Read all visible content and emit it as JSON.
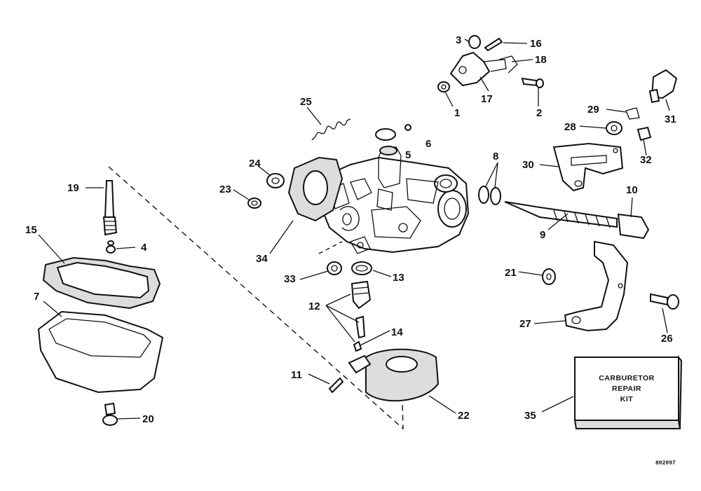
{
  "diagram": {
    "callouts": [
      {
        "id": "c1",
        "text": "1"
      },
      {
        "id": "c2",
        "text": "2"
      },
      {
        "id": "c3",
        "text": "3"
      },
      {
        "id": "c4",
        "text": "4"
      },
      {
        "id": "c5",
        "text": "5"
      },
      {
        "id": "c6",
        "text": "6"
      },
      {
        "id": "c7",
        "text": "7"
      },
      {
        "id": "c8",
        "text": "8"
      },
      {
        "id": "c9",
        "text": "9"
      },
      {
        "id": "c10",
        "text": "10"
      },
      {
        "id": "c11",
        "text": "11"
      },
      {
        "id": "c12",
        "text": "12"
      },
      {
        "id": "c13",
        "text": "13"
      },
      {
        "id": "c14",
        "text": "14"
      },
      {
        "id": "c15",
        "text": "15"
      },
      {
        "id": "c16",
        "text": "16"
      },
      {
        "id": "c17",
        "text": "17"
      },
      {
        "id": "c18",
        "text": "18"
      },
      {
        "id": "c19",
        "text": "19"
      },
      {
        "id": "c20",
        "text": "20"
      },
      {
        "id": "c21",
        "text": "21"
      },
      {
        "id": "c22",
        "text": "22"
      },
      {
        "id": "c23",
        "text": "23"
      },
      {
        "id": "c24",
        "text": "24"
      },
      {
        "id": "c25",
        "text": "25"
      },
      {
        "id": "c26",
        "text": "26"
      },
      {
        "id": "c27",
        "text": "27"
      },
      {
        "id": "c28",
        "text": "28"
      },
      {
        "id": "c29",
        "text": "29"
      },
      {
        "id": "c30",
        "text": "30"
      },
      {
        "id": "c31",
        "text": "31"
      },
      {
        "id": "c32",
        "text": "32"
      },
      {
        "id": "c33",
        "text": "33"
      },
      {
        "id": "c34",
        "text": "34"
      },
      {
        "id": "c35",
        "text": "35"
      }
    ],
    "kit_box": {
      "line1": "CARBURETOR",
      "line2": "REPAIR",
      "line3": "KIT"
    },
    "reference_code": "802097"
  },
  "colors": {
    "ink": "#111111",
    "paper": "#ffffff"
  }
}
